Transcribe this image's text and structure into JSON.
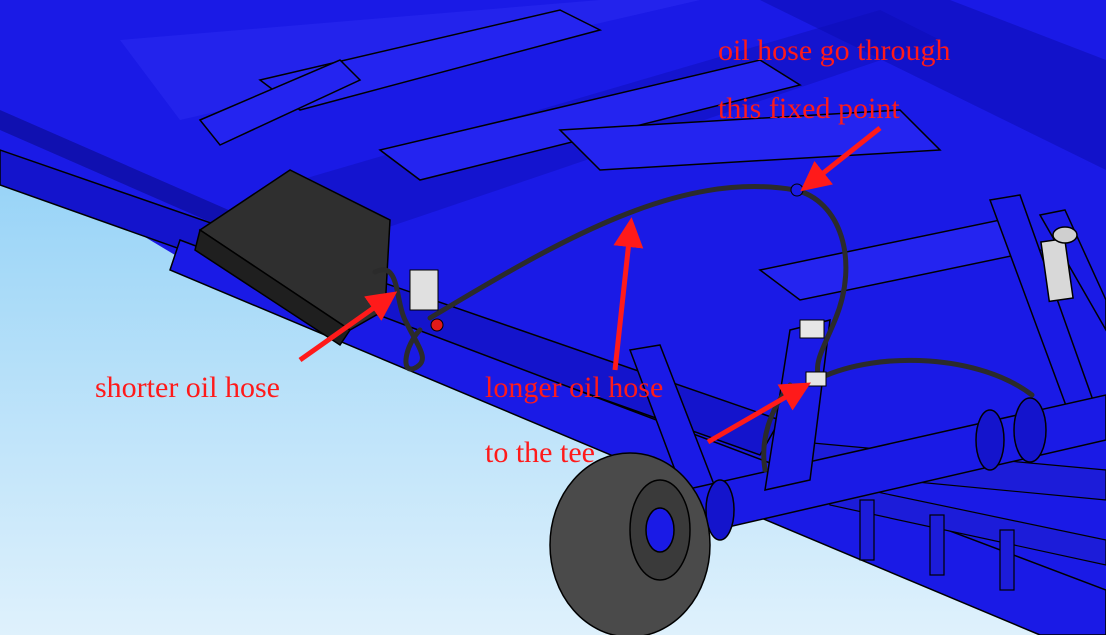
{
  "annotations": {
    "fixed_point_line1": "oil hose go through",
    "fixed_point_line2": "this fixed point",
    "shorter_hose": "shorter oil hose",
    "longer_hose_line1": "longer oil hose",
    "longer_hose_line2": "to the tee"
  },
  "colors": {
    "frame": "#1a1ae6",
    "frame_dark": "#0d0db3",
    "frame_shadow": "#0a0a8c",
    "sky_top": "#7cc8f5",
    "sky_bottom": "#dff1fc",
    "hose": "#2b2b2b",
    "tank": "#2f2f2f",
    "wheel": "#4a4a4a",
    "annotation": "#ff1a1a"
  }
}
